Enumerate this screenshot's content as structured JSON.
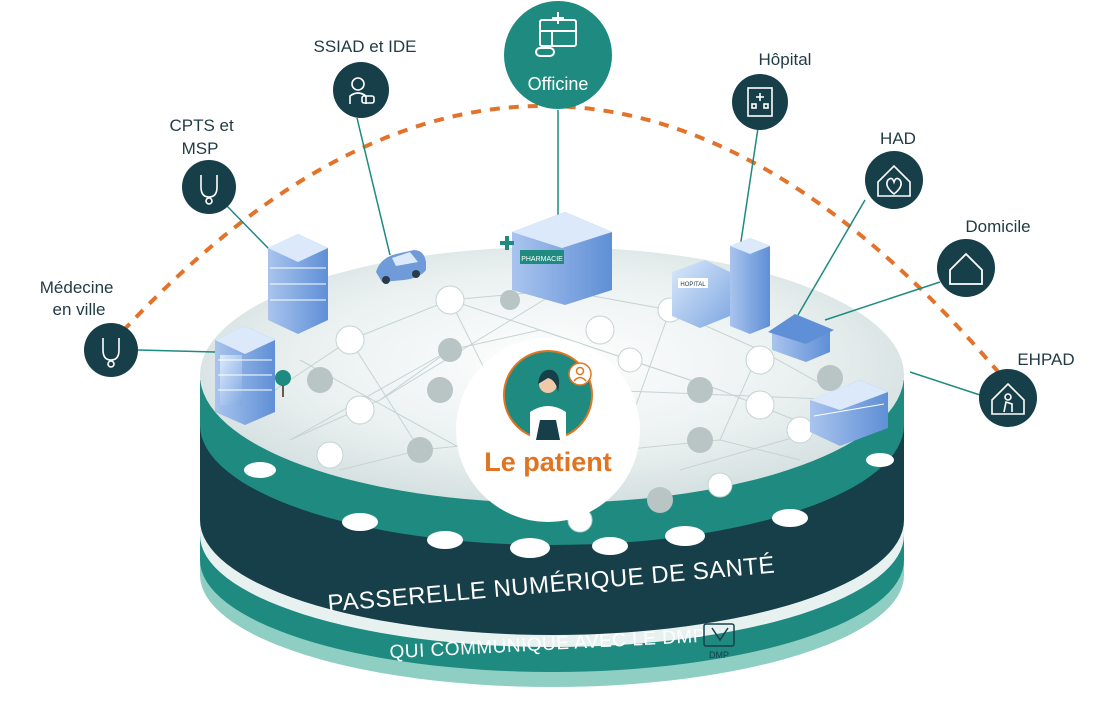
{
  "colors": {
    "dark_teal": "#173f49",
    "teal": "#1e8a80",
    "light_teal": "#8fcfc3",
    "orange_dash": "#e3732a",
    "patient_orange": "#e07420"
  },
  "nodes": [
    {
      "id": "medecine",
      "label_lines": [
        "Médecine",
        "en ville"
      ],
      "icon": "stethoscope-icon"
    },
    {
      "id": "cpts",
      "label_lines": [
        "CPTS et",
        "MSP"
      ],
      "icon": "stethoscope-icon"
    },
    {
      "id": "ssiad",
      "label_lines": [
        "SSIAD et IDE"
      ],
      "icon": "nurse-icon"
    },
    {
      "id": "officine",
      "label_lines": [
        "Officine"
      ],
      "icon": "pharmacy-icon"
    },
    {
      "id": "hopital",
      "label_lines": [
        "Hôpital"
      ],
      "icon": "hospital-icon"
    },
    {
      "id": "had",
      "label_lines": [
        "HAD"
      ],
      "icon": "home-health-icon"
    },
    {
      "id": "domicile",
      "label_lines": [
        "Domicile"
      ],
      "icon": "house-icon"
    },
    {
      "id": "ehpad",
      "label_lines": [
        "EHPAD"
      ],
      "icon": "elderly-home-icon"
    }
  ],
  "center": {
    "label": "Le patient"
  },
  "building_signs": {
    "pharmacy": "PHARMACIE",
    "hospital": "HOPITAL"
  },
  "bands": {
    "main": "PASSERELLE  NUMÉRIQUE DE SANTÉ",
    "sub": "QUI COMMUNIQUE AVEC LE DMP",
    "logo": "DMP"
  }
}
